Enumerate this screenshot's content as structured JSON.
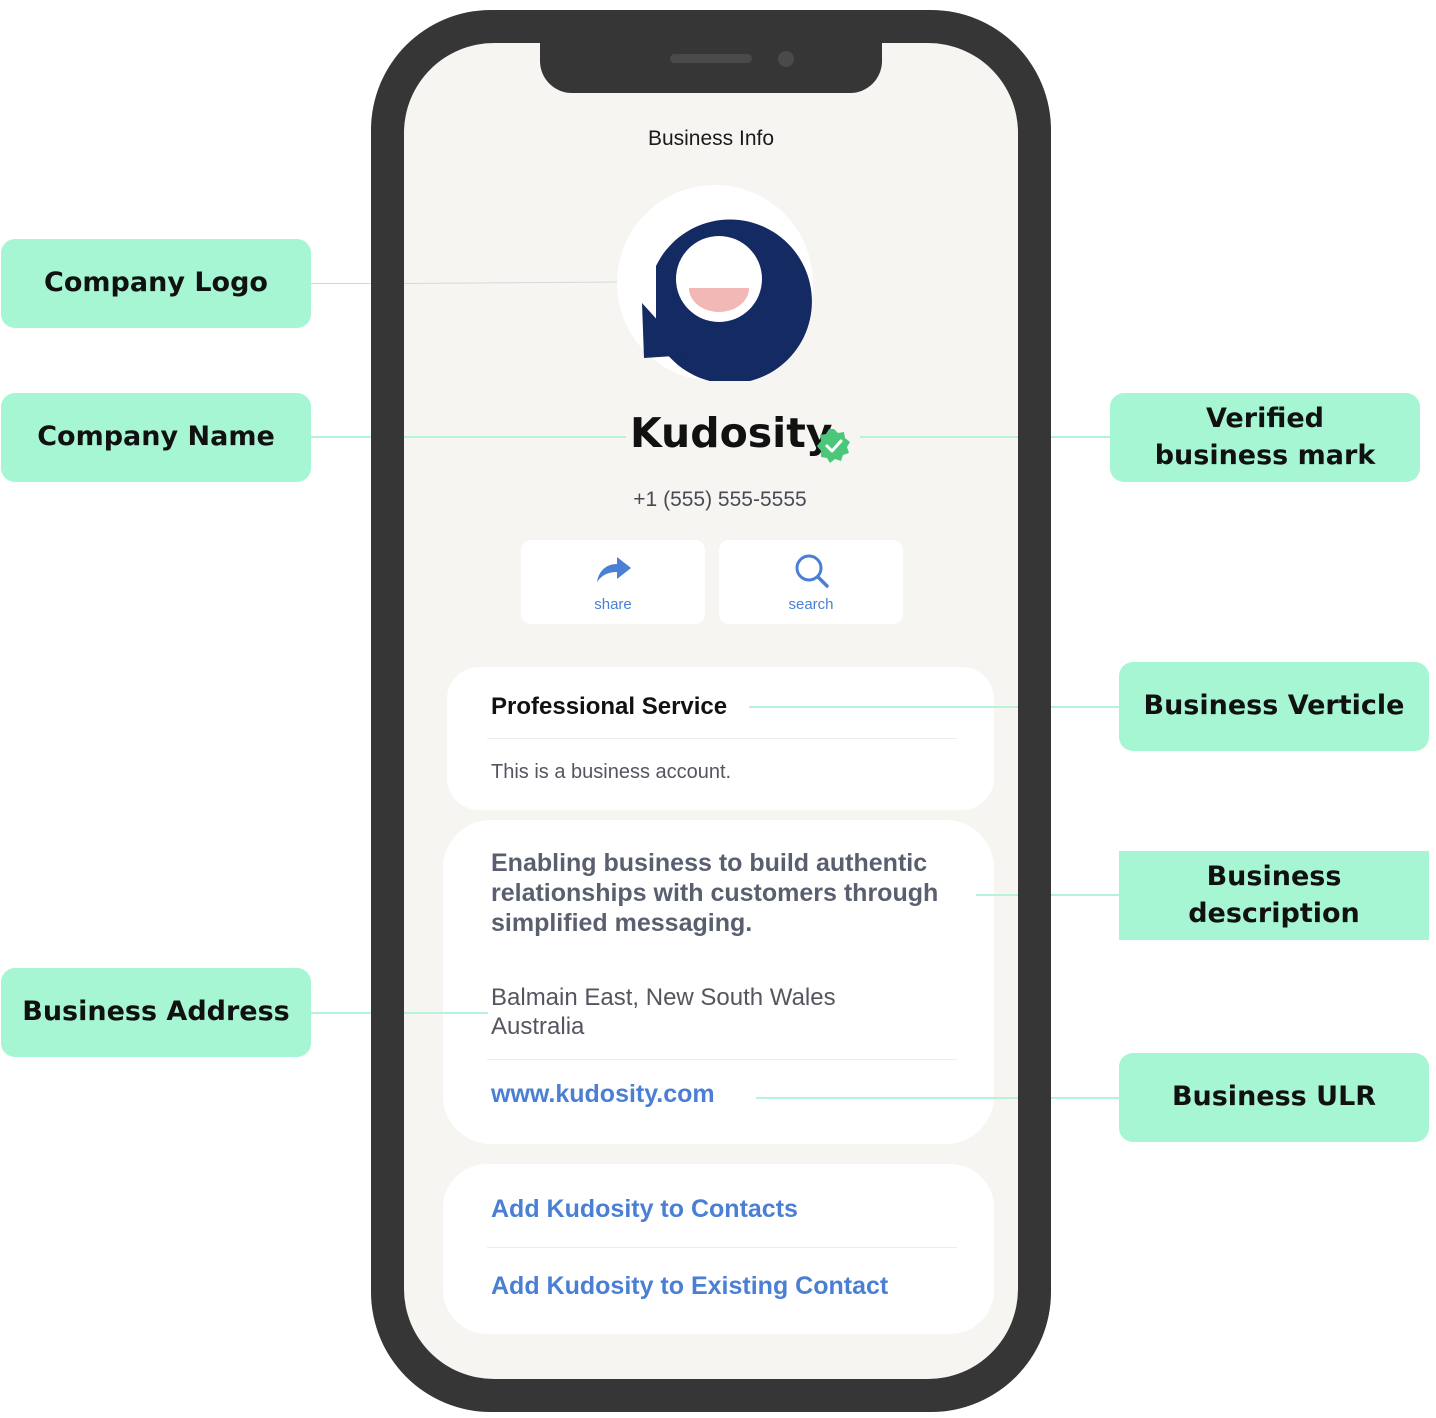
{
  "screen": {
    "title": "Business Info",
    "company_name": "Kudosity",
    "phone": "+1 (555) 555-5555",
    "actions": [
      {
        "label": "share",
        "icon": "share-arrow-icon"
      },
      {
        "label": "search",
        "icon": "magnifier-icon"
      }
    ],
    "vertical": {
      "title": "Professional Service",
      "subtitle": "This is a business account."
    },
    "description": "Enabling business to build authentic relationships with customers through simplified messaging.",
    "address": {
      "line1": "Balmain East, New South Wales",
      "line2": "Australia"
    },
    "url": "www.kudosity.com",
    "contact_actions": [
      "Add Kudosity to Contacts",
      "Add Kudosity to Existing Contact"
    ]
  },
  "annotations": {
    "company_logo": "Company Logo",
    "company_name": "Company Name",
    "verified_mark": "Verified business mark",
    "business_verticle": "Business Verticle",
    "business_description": "Business description",
    "business_address": "Business Address",
    "business_url": "Business ULR"
  },
  "colors": {
    "callout_bg": "#a6f6d4",
    "connector": "#b7f3d9",
    "phone_frame": "#363636",
    "screen_bg": "#f6f5f2",
    "link_blue": "#4a7fd4",
    "logo_navy": "#132a63",
    "logo_pink": "#f2b8b5",
    "verified_green": "#4cc77a"
  }
}
